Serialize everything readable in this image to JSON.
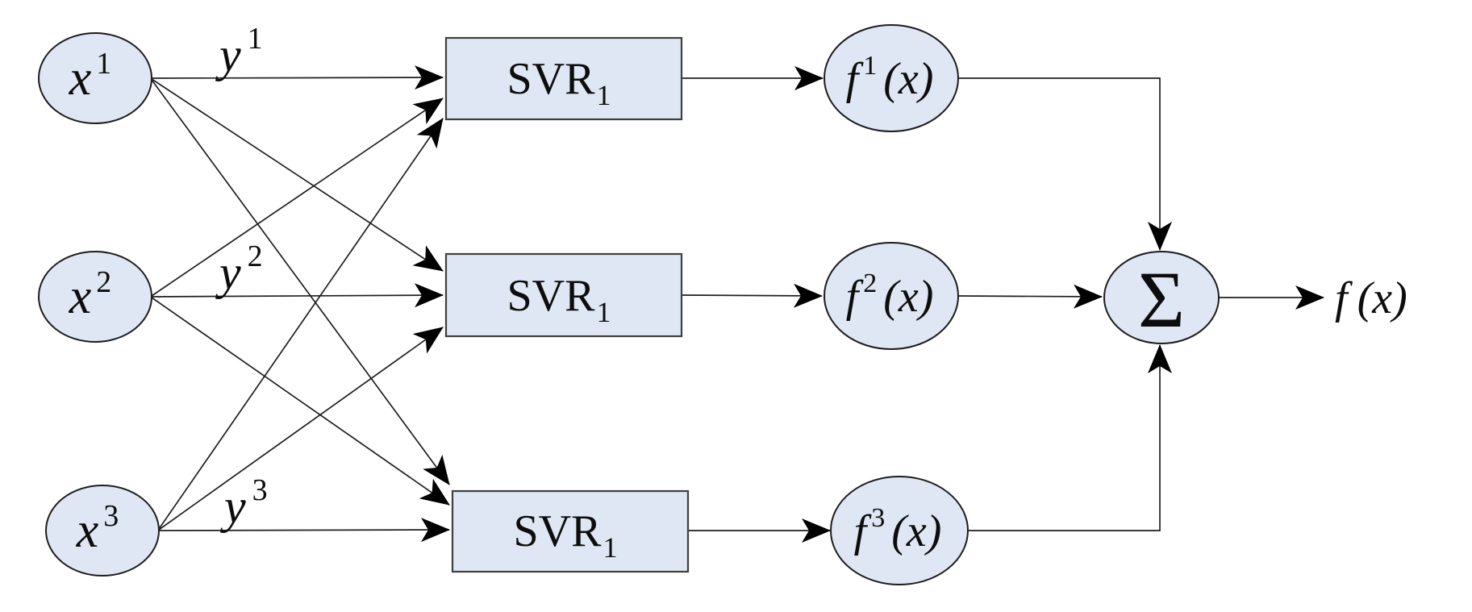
{
  "diagram": {
    "inputs": [
      {
        "base": "x",
        "sup": "1"
      },
      {
        "base": "x",
        "sup": "2"
      },
      {
        "base": "x",
        "sup": "3"
      }
    ],
    "edge_labels": [
      {
        "base": "y",
        "sup": "1"
      },
      {
        "base": "y",
        "sup": "2"
      },
      {
        "base": "y",
        "sup": "3"
      }
    ],
    "svr_boxes": [
      {
        "base": "SVR",
        "sub": "1"
      },
      {
        "base": "SVR",
        "sub": "1"
      },
      {
        "base": "SVR",
        "sub": "1"
      }
    ],
    "outputs": [
      {
        "base": "f",
        "sup": "1",
        "args": "(x)"
      },
      {
        "base": "f",
        "sup": "2",
        "args": "(x)"
      },
      {
        "base": "f",
        "sup": "3",
        "args": "(x)"
      }
    ],
    "sum_symbol": "Σ",
    "final_output": {
      "base": "f",
      "args": "(x)"
    },
    "colors": {
      "node_fill": "#dee7f3",
      "line": "#1f1f1f",
      "arrow": "#000000",
      "background": "#ffffff"
    }
  }
}
